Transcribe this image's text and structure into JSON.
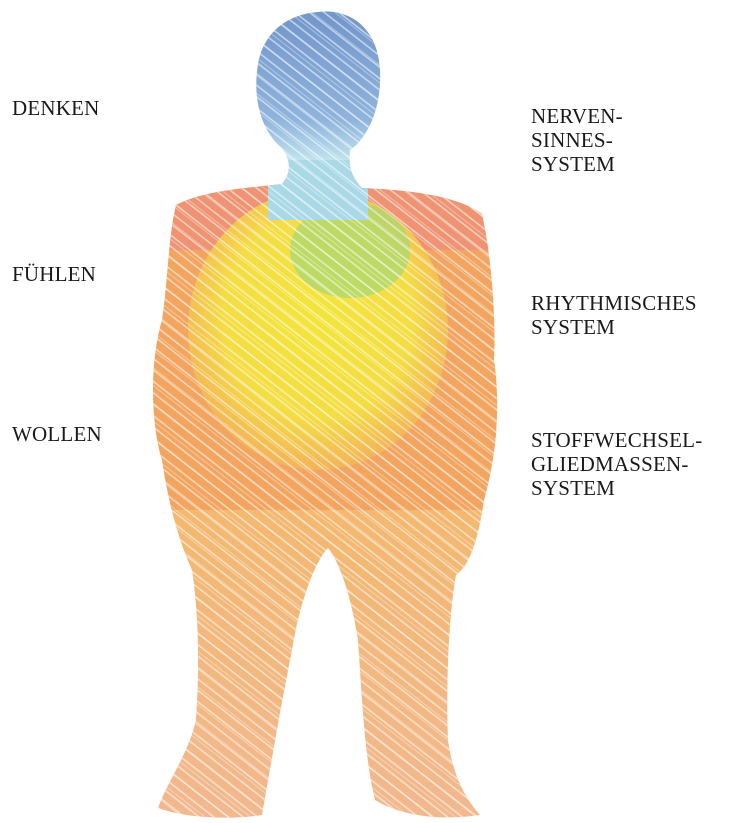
{
  "left_labels": {
    "thinking": "DENKEN",
    "feeling": "FÜHLEN",
    "willing": "WOLLEN"
  },
  "right_labels": {
    "nerve_sense": [
      "NERVEN-",
      "SINNES-",
      "SYSTEM"
    ],
    "rhythmic": [
      "RHYTHMISCHES",
      "SYSTEM"
    ],
    "metabolic_limb": [
      "STOFFWECHSEL-",
      "GLIEDMASSEN-",
      "SYSTEM"
    ]
  },
  "colors": {
    "head": "#6f92c9",
    "neck": "#a9d8e6",
    "chest": "#f3e53a",
    "chest_green": "#9fd77a",
    "shoulders": "#ee8e78",
    "body_orange": "#f3a55f",
    "legs": "#f2b07a",
    "text": "#1a1a1a"
  }
}
